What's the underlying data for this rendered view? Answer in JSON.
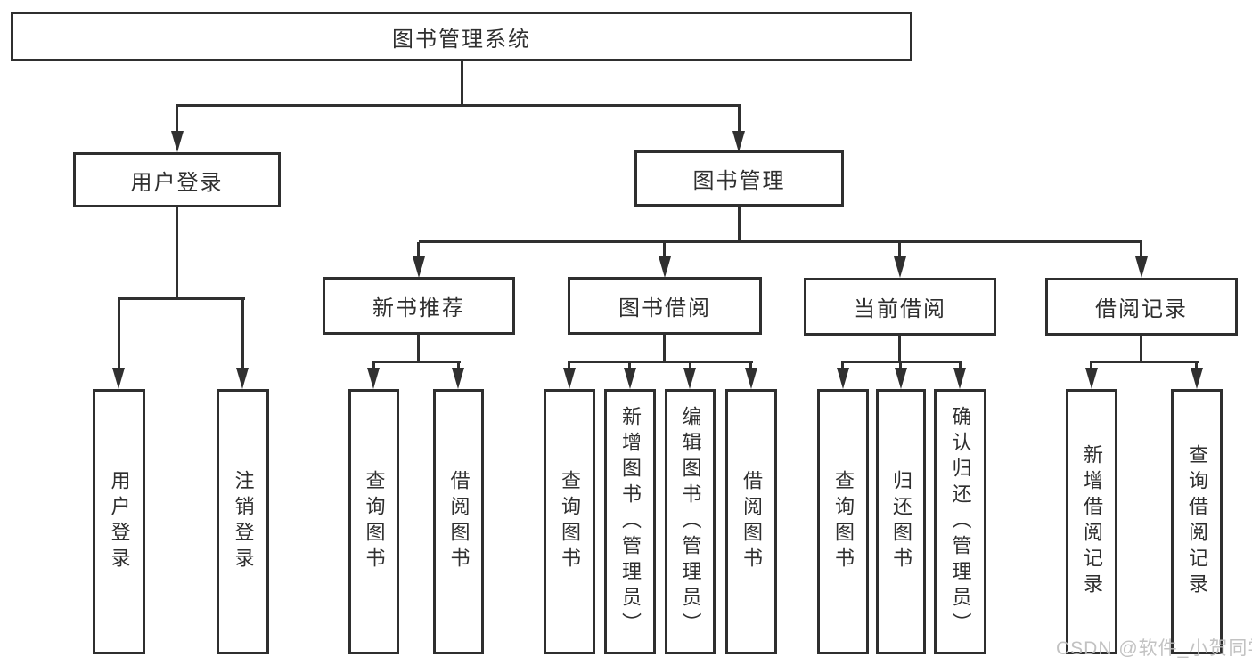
{
  "diagram": {
    "type": "function-structure-tree",
    "root": {
      "label": "图书管理系统",
      "children": [
        {
          "label": "用户登录",
          "children": [
            {
              "label": "用户登录"
            },
            {
              "label": "注销登录"
            }
          ]
        },
        {
          "label": "图书管理",
          "children": [
            {
              "label": "新书推荐",
              "children": [
                {
                  "label": "查询图书"
                },
                {
                  "label": "借阅图书"
                }
              ]
            },
            {
              "label": "图书借阅",
              "children": [
                {
                  "label": "查询图书"
                },
                {
                  "label": "新增图书（管理员）"
                },
                {
                  "label": "编辑图书（管理员）"
                },
                {
                  "label": "借阅图书"
                }
              ]
            },
            {
              "label": "当前借阅",
              "children": [
                {
                  "label": "查询图书"
                },
                {
                  "label": "归还图书"
                },
                {
                  "label": "确认归还（管理员）"
                }
              ]
            },
            {
              "label": "借阅记录",
              "children": [
                {
                  "label": "新增借阅记录"
                },
                {
                  "label": "查询借阅记录"
                }
              ]
            }
          ]
        }
      ]
    }
  },
  "watermark": {
    "text": "CSDN @软件_小贺同学"
  },
  "colors": {
    "line": "#303030",
    "border": "#2f2f2f",
    "text": "#2f2f2f",
    "watermark": "#bdbdbd",
    "background": "#ffffff"
  }
}
